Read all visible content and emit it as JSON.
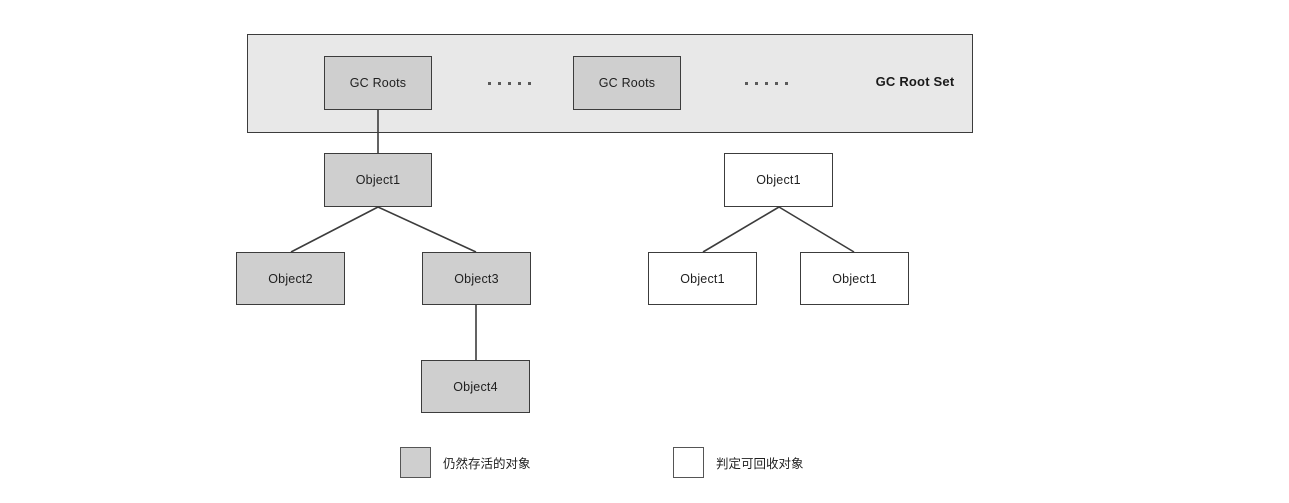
{
  "diagram": {
    "title": "GC Roots reachability analysis",
    "colors": {
      "alive_fill": "#cfcfcf",
      "garbage_fill": "#ffffff",
      "banner_fill": "#e8e8e8",
      "stroke": "#3c3c3c",
      "background": "#ffffff"
    }
  },
  "root_set": {
    "label": "GC Root Set",
    "roots": [
      {
        "label": "GC Roots"
      },
      {
        "label": "GC Roots"
      }
    ],
    "ellipsis_dot_count": 5
  },
  "reachable_tree": {
    "root": {
      "label": "Object1",
      "state": "alive"
    },
    "children": [
      {
        "label": "Object2",
        "state": "alive"
      },
      {
        "label": "Object3",
        "state": "alive"
      }
    ],
    "grandchildren": [
      {
        "label": "Object4",
        "state": "alive"
      }
    ]
  },
  "unreachable_tree": {
    "root": {
      "label": "Object1",
      "state": "garbage"
    },
    "children": [
      {
        "label": "Object1",
        "state": "garbage"
      },
      {
        "label": "Object1",
        "state": "garbage"
      }
    ]
  },
  "legend": {
    "items": [
      {
        "label": "仍然存活的对象",
        "state": "alive"
      },
      {
        "label": "判定可回收对象",
        "state": "garbage"
      }
    ]
  }
}
